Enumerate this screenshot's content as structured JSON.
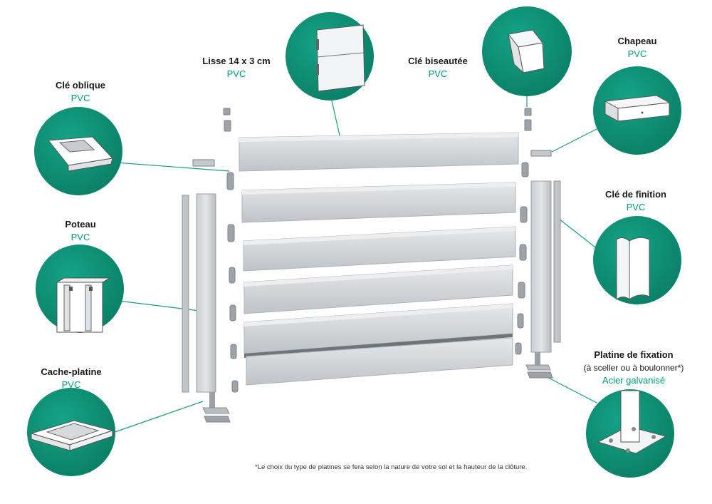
{
  "colors": {
    "accent": "#0f9478",
    "accent_text": "#009a7a",
    "board": "#d6d9dc",
    "board_edge": "#aeb3b8",
    "callout_line": "#1a9a80"
  },
  "components": [
    {
      "id": "lisse",
      "title": "Lisse 14 x 3 cm",
      "subtitle": "PVC",
      "icon": "board-section-icon"
    },
    {
      "id": "cle_biseautee",
      "title": "Clé biseautée",
      "subtitle": "PVC",
      "icon": "bevel-key-icon"
    },
    {
      "id": "chapeau",
      "title": "Chapeau",
      "subtitle": "PVC",
      "icon": "post-cap-icon"
    },
    {
      "id": "cle_oblique",
      "title": "Clé oblique",
      "subtitle": "PVC",
      "icon": "oblique-key-icon"
    },
    {
      "id": "cle_finition",
      "title": "Clé de finition",
      "subtitle": "PVC",
      "icon": "finishing-key-icon"
    },
    {
      "id": "poteau",
      "title": "Poteau",
      "subtitle": "PVC",
      "icon": "post-section-icon"
    },
    {
      "id": "cache_platine",
      "title": "Cache-platine",
      "subtitle": "PVC",
      "icon": "base-cover-icon"
    },
    {
      "id": "platine",
      "title": "Platine de fixation",
      "note": "(à sceller ou à boulonner*)",
      "subtitle": "Acier galvanisé",
      "icon": "base-plate-icon"
    }
  ],
  "footnote": "*Le choix du type de platines se fera selon la nature de votre sol et la hauteur de la clôture."
}
